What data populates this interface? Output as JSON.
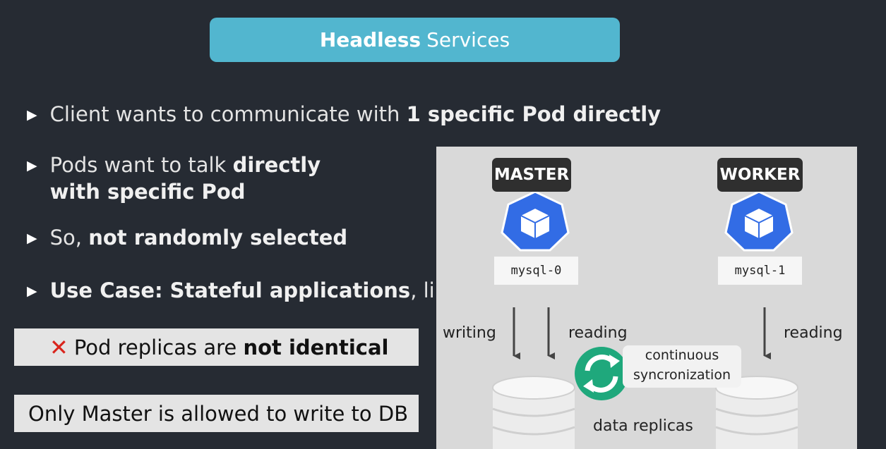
{
  "title": {
    "bold": "Headless",
    "rest": "Services"
  },
  "bullets": [
    {
      "pre": "Client wants to communicate with ",
      "bold": "1 specific Pod directly",
      "post": ""
    },
    {
      "pre": "Pods want to talk ",
      "bold": "directly",
      "line2": "with specific Pod"
    },
    {
      "pre": "So, ",
      "bold": "not randomly selected",
      "post": ""
    },
    {
      "bold": "Use Case: Stateful applications",
      "post": ", like"
    }
  ],
  "box1": {
    "pre": "Pod replicas are ",
    "bold": "not identical",
    "icon": "x-mark-icon",
    "icon_color": "#d9241c"
  },
  "box2": {
    "text": "Only Master is allowed to write to DB"
  },
  "diagram": {
    "master": {
      "role": "MASTER",
      "pod": "mysql-0"
    },
    "worker": {
      "role": "WORKER",
      "pod": "mysql-1"
    },
    "writing": "writing",
    "reading1": "reading",
    "reading2": "reading",
    "sync_line1": "continuous",
    "sync_line2": "syncronization",
    "replicas": "data replicas",
    "colors": {
      "pod_icon": "#326ce5",
      "sync_icon": "#1fa87c",
      "panel": "#d9d9d9"
    }
  }
}
